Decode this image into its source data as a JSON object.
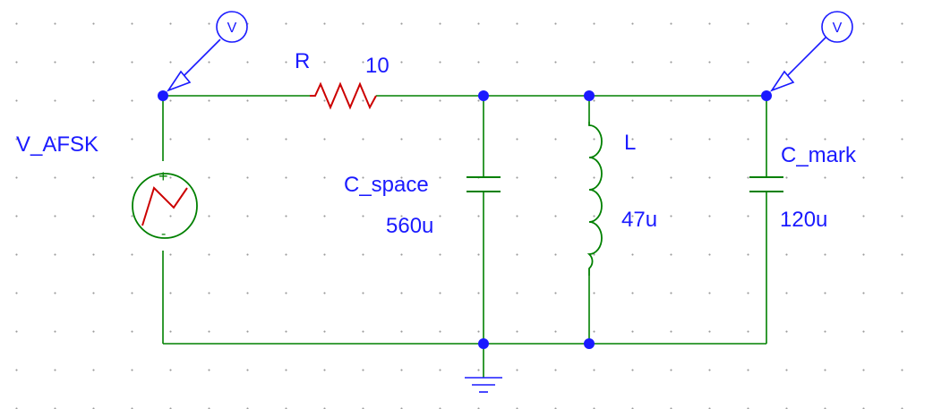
{
  "components": {
    "source": {
      "name": "V_AFSK",
      "plus": "+",
      "minus": "-"
    },
    "resistor": {
      "name": "R",
      "value": "10"
    },
    "cap_space": {
      "name": "C_space",
      "value": "560u"
    },
    "inductor": {
      "name": "L",
      "value": "47u"
    },
    "cap_mark": {
      "name": "C_mark",
      "value": "120u"
    }
  },
  "probes": [
    {
      "label": "V"
    },
    {
      "label": "V"
    }
  ],
  "colors": {
    "wire": "#008000",
    "component": "#cc0000",
    "label": "#1a1aff",
    "junction": "#1a1aff"
  }
}
